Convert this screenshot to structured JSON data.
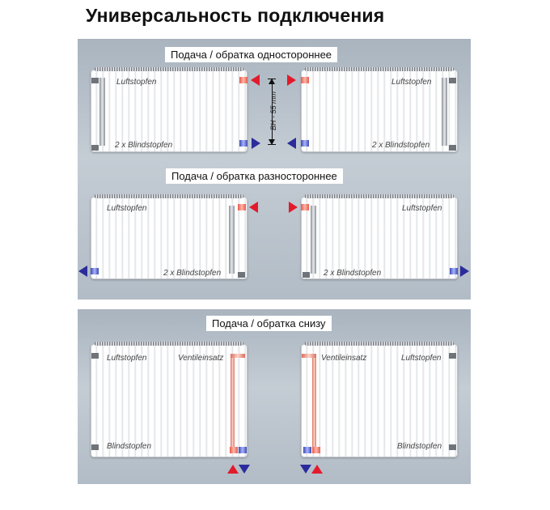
{
  "title": "Универсальность подключения",
  "sections": {
    "one_side": "Подача / обратка одностороннее",
    "cross": "Подача / обратка разностороннее",
    "bottom": "Подача / обратка снизу"
  },
  "radiator_labels": {
    "luftstopfen": "Luftstopfen",
    "blindstopfen_2x": "2 x Blindstopfen",
    "blindstopfen": "Blindstopfen",
    "ventileinsatz": "Ventileinsatz"
  },
  "dimension": "BH - 55 mm",
  "colors": {
    "supply": "#e21b2c",
    "return": "#2b2b9c"
  }
}
